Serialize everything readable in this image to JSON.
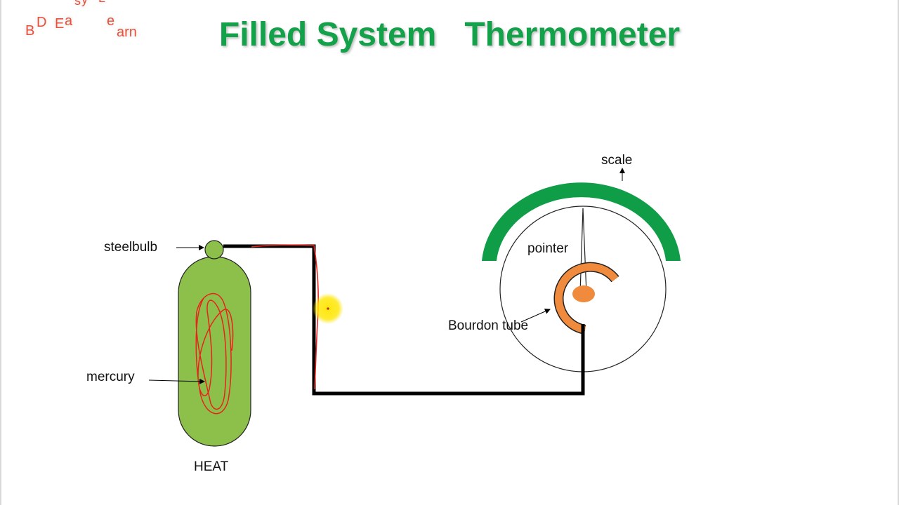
{
  "title": "Filled System   Thermometer",
  "logo": {
    "letters": [
      "B",
      "D",
      "E",
      "a",
      "s",
      "y",
      "L",
      "e",
      "arn"
    ]
  },
  "labels": {
    "scale": "scale",
    "pointer": "pointer",
    "bourdon_tube": "Bourdon tube",
    "steelbulb": "steelbulb",
    "mercury": "mercury",
    "heat": "HEAT"
  },
  "colors": {
    "title_green": "#13a14a",
    "scale_green": "#0f9d48",
    "bulb_green": "#8cc04a",
    "bourdon_orange": "#f08a3c",
    "annotation_red": "#e8231c",
    "capillary_black": "#000000",
    "cursor_yellow": "#ffe600",
    "logo_red": "#e8503a"
  },
  "icons": {
    "cursor": "mouse-cursor-highlight-icon"
  }
}
